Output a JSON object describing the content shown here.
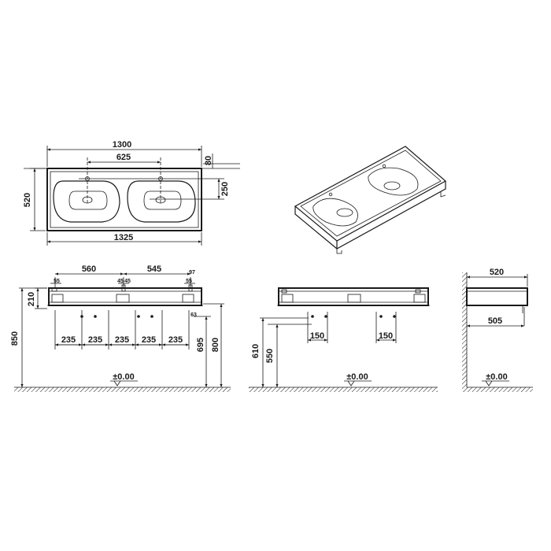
{
  "colors": {
    "ink": "#1a1a1a",
    "background": "#ffffff"
  },
  "top_view": {
    "overall_width": "1300",
    "tap_spacing": "625",
    "wall_gap": "80",
    "depth": "520",
    "tap_offset": "250",
    "width_with_frame": "1325"
  },
  "front_view": {
    "left_offset": "560",
    "right_offset": "545",
    "edge_right": "97",
    "small_left": "55",
    "small_mid_a": "45",
    "small_mid_b": "45",
    "small_right": "55",
    "panel_height": "210",
    "spacing_1": "235",
    "spacing_2": "235",
    "spacing_3": "235",
    "spacing_4": "235",
    "spacing_5": "235",
    "small_bottom": "63",
    "total_height": "850",
    "height_695": "695",
    "height_800": "800",
    "floor_label": "±0.00"
  },
  "rear_view": {
    "height_610": "610",
    "height_550": "550",
    "spacing_left": "150",
    "spacing_right": "150",
    "floor_label": "±0.00"
  },
  "side_view": {
    "depth_top": "520",
    "depth_bottom": "505",
    "floor_label": "±0.00"
  }
}
